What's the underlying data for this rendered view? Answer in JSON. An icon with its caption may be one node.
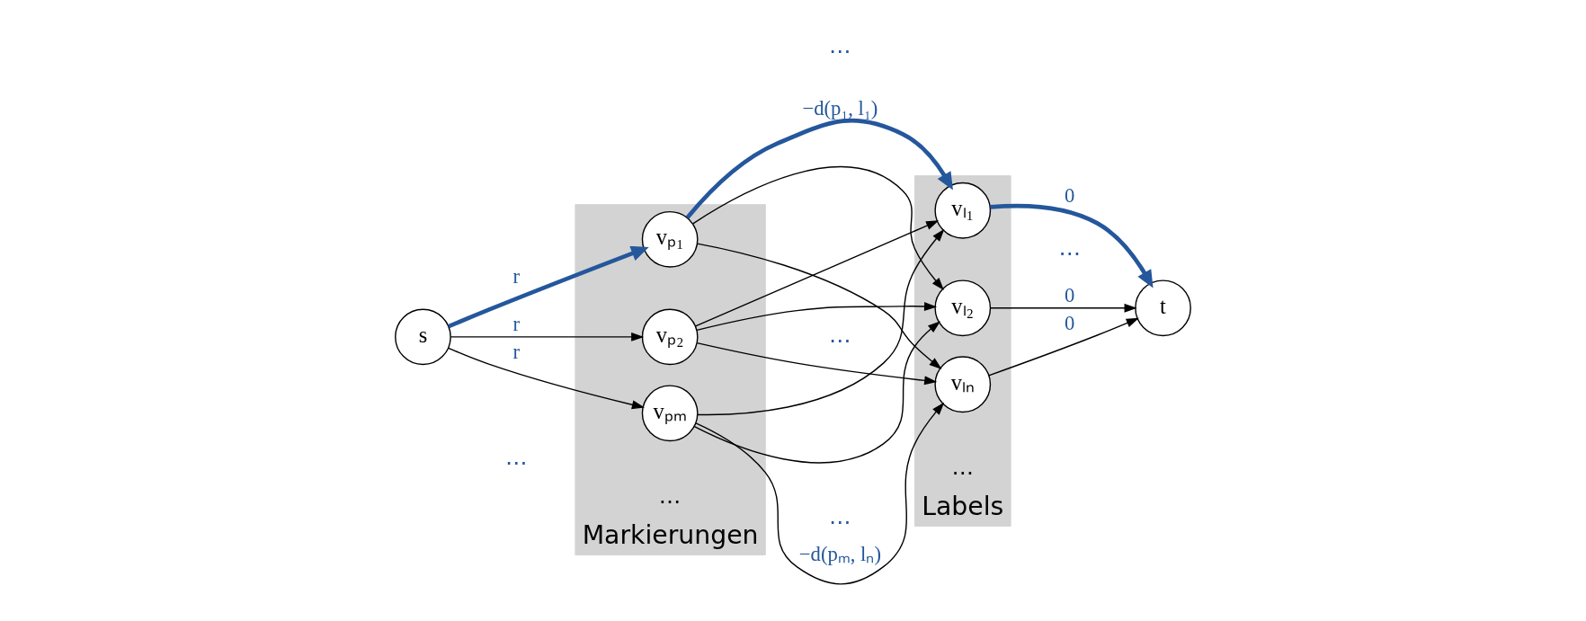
{
  "diagram": {
    "nodes": [
      {
        "text": [
          "s"
        ]
      },
      {
        "text": [
          "Markierungen"
        ]
      },
      {
        "text": [
          "vₚ₁"
        ],
        "in": 1
      },
      {
        "text": [
          "vₚ₂"
        ],
        "in": 1
      },
      {
        "text": [
          "vₚₘ"
        ],
        "in": 1
      },
      {
        "text": [
          "Labels"
        ]
      },
      {
        "text": [
          "vₗ₁"
        ],
        "in": 5
      },
      {
        "text": [
          "vₗ₂"
        ],
        "in": 5
      },
      {
        "text": [
          "vₗₙ"
        ],
        "in": 5
      },
      {
        "text": [
          "t"
        ]
      }
    ],
    "edges": [
      {
        "from": 0,
        "to": 2,
        "arrow": "to",
        "label": "r",
        "style": "thick",
        "color": "#24579b"
      },
      {
        "from": 0,
        "to": 3,
        "arrow": "to",
        "label": "r"
      },
      {
        "from": 0,
        "to": 4,
        "arrow": "to",
        "label": "r"
      },
      {
        "from": 2,
        "to": 6,
        "arrow": "to",
        "label": "−d(p₁, l₁)",
        "style": "thick",
        "color": "#24579b"
      },
      {
        "from": 2,
        "to": 7,
        "arrow": "to"
      },
      {
        "from": 2,
        "to": 8,
        "arrow": "to"
      },
      {
        "from": 3,
        "to": 6,
        "arrow": "to"
      },
      {
        "from": 3,
        "to": 7,
        "arrow": "to"
      },
      {
        "from": 3,
        "to": 8,
        "arrow": "to"
      },
      {
        "from": 4,
        "to": 6,
        "arrow": "to"
      },
      {
        "from": 4,
        "to": 7,
        "arrow": "to"
      },
      {
        "from": 4,
        "to": 8,
        "arrow": "to",
        "label": "−d(pₘ, lₙ)"
      },
      {
        "from": 6,
        "to": 9,
        "arrow": "to",
        "label": "0",
        "style": "thick",
        "color": "#24579b"
      },
      {
        "from": 7,
        "to": 9,
        "arrow": "to",
        "label": "0"
      },
      {
        "from": 8,
        "to": 9,
        "arrow": "to",
        "label": "0"
      }
    ],
    "labels": [
      "…",
      "…",
      "…",
      "…",
      "…",
      "…",
      "…"
    ]
  }
}
